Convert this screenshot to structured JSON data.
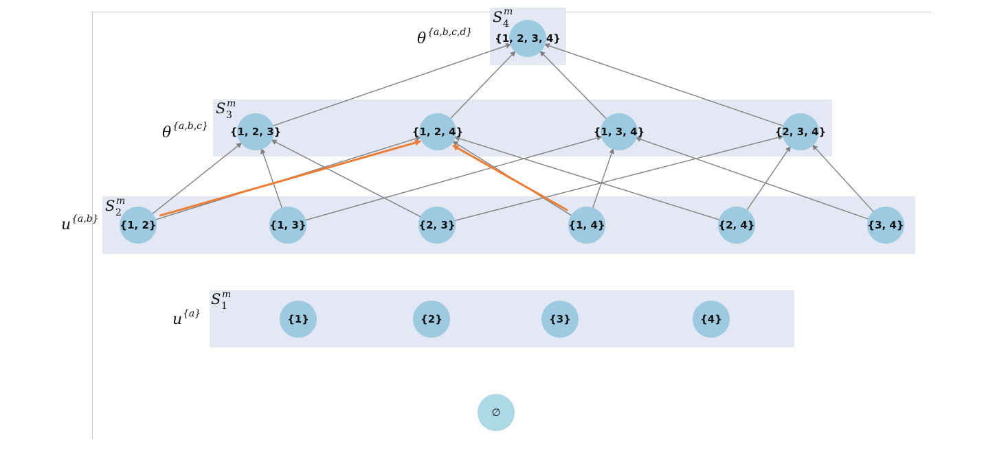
{
  "colors": {
    "band": "#e3e8f4",
    "node": "#9ecae1",
    "empty_node": "#add8e6",
    "edge": "#808080",
    "highlight": "#ee7d31",
    "axis": "#c8c8c8"
  },
  "layers": [
    {
      "id": "s4",
      "label_main": "S",
      "label_sub": "4",
      "label_sup": "m",
      "param_main": "θ",
      "param_sup": "{a,b,c,d}"
    },
    {
      "id": "s3",
      "label_main": "S",
      "label_sub": "3",
      "label_sup": "m",
      "param_main": "θ",
      "param_sup": "{a,b,c}"
    },
    {
      "id": "s2",
      "label_main": "S",
      "label_sub": "2",
      "label_sup": "m",
      "param_main": "u",
      "param_sup": "{a,b}"
    },
    {
      "id": "s1",
      "label_main": "S",
      "label_sub": "1",
      "label_sup": "m",
      "param_main": "u",
      "param_sup": "{a}"
    }
  ],
  "nodes": [
    {
      "id": "n1234",
      "label": "{1, 2, 3, 4}"
    },
    {
      "id": "n123",
      "label": "{1, 2, 3}"
    },
    {
      "id": "n124",
      "label": "{1, 2, 4}"
    },
    {
      "id": "n134",
      "label": "{1, 3, 4}"
    },
    {
      "id": "n234",
      "label": "{2, 3, 4}"
    },
    {
      "id": "n12",
      "label": "{1, 2}"
    },
    {
      "id": "n13",
      "label": "{1, 3}"
    },
    {
      "id": "n23",
      "label": "{2, 3}"
    },
    {
      "id": "n14",
      "label": "{1, 4}"
    },
    {
      "id": "n24",
      "label": "{2, 4}"
    },
    {
      "id": "n34",
      "label": "{3, 4}"
    },
    {
      "id": "n1",
      "label": "{1}"
    },
    {
      "id": "n2",
      "label": "{2}"
    },
    {
      "id": "n3",
      "label": "{3}"
    },
    {
      "id": "n4",
      "label": "{4}"
    },
    {
      "id": "nempty",
      "label": "∅"
    }
  ],
  "edges": [
    {
      "from": "n123",
      "to": "n1234"
    },
    {
      "from": "n124",
      "to": "n1234"
    },
    {
      "from": "n134",
      "to": "n1234"
    },
    {
      "from": "n234",
      "to": "n1234"
    },
    {
      "from": "n12",
      "to": "n123"
    },
    {
      "from": "n12",
      "to": "n124"
    },
    {
      "from": "n13",
      "to": "n123"
    },
    {
      "from": "n13",
      "to": "n134"
    },
    {
      "from": "n23",
      "to": "n123"
    },
    {
      "from": "n23",
      "to": "n234"
    },
    {
      "from": "n14",
      "to": "n124"
    },
    {
      "from": "n14",
      "to": "n134"
    },
    {
      "from": "n24",
      "to": "n124"
    },
    {
      "from": "n24",
      "to": "n234"
    },
    {
      "from": "n34",
      "to": "n134"
    },
    {
      "from": "n34",
      "to": "n234"
    }
  ],
  "highlighted_edges": [
    {
      "from": "n12",
      "to": "n124"
    },
    {
      "from": "n14",
      "to": "n124"
    }
  ]
}
